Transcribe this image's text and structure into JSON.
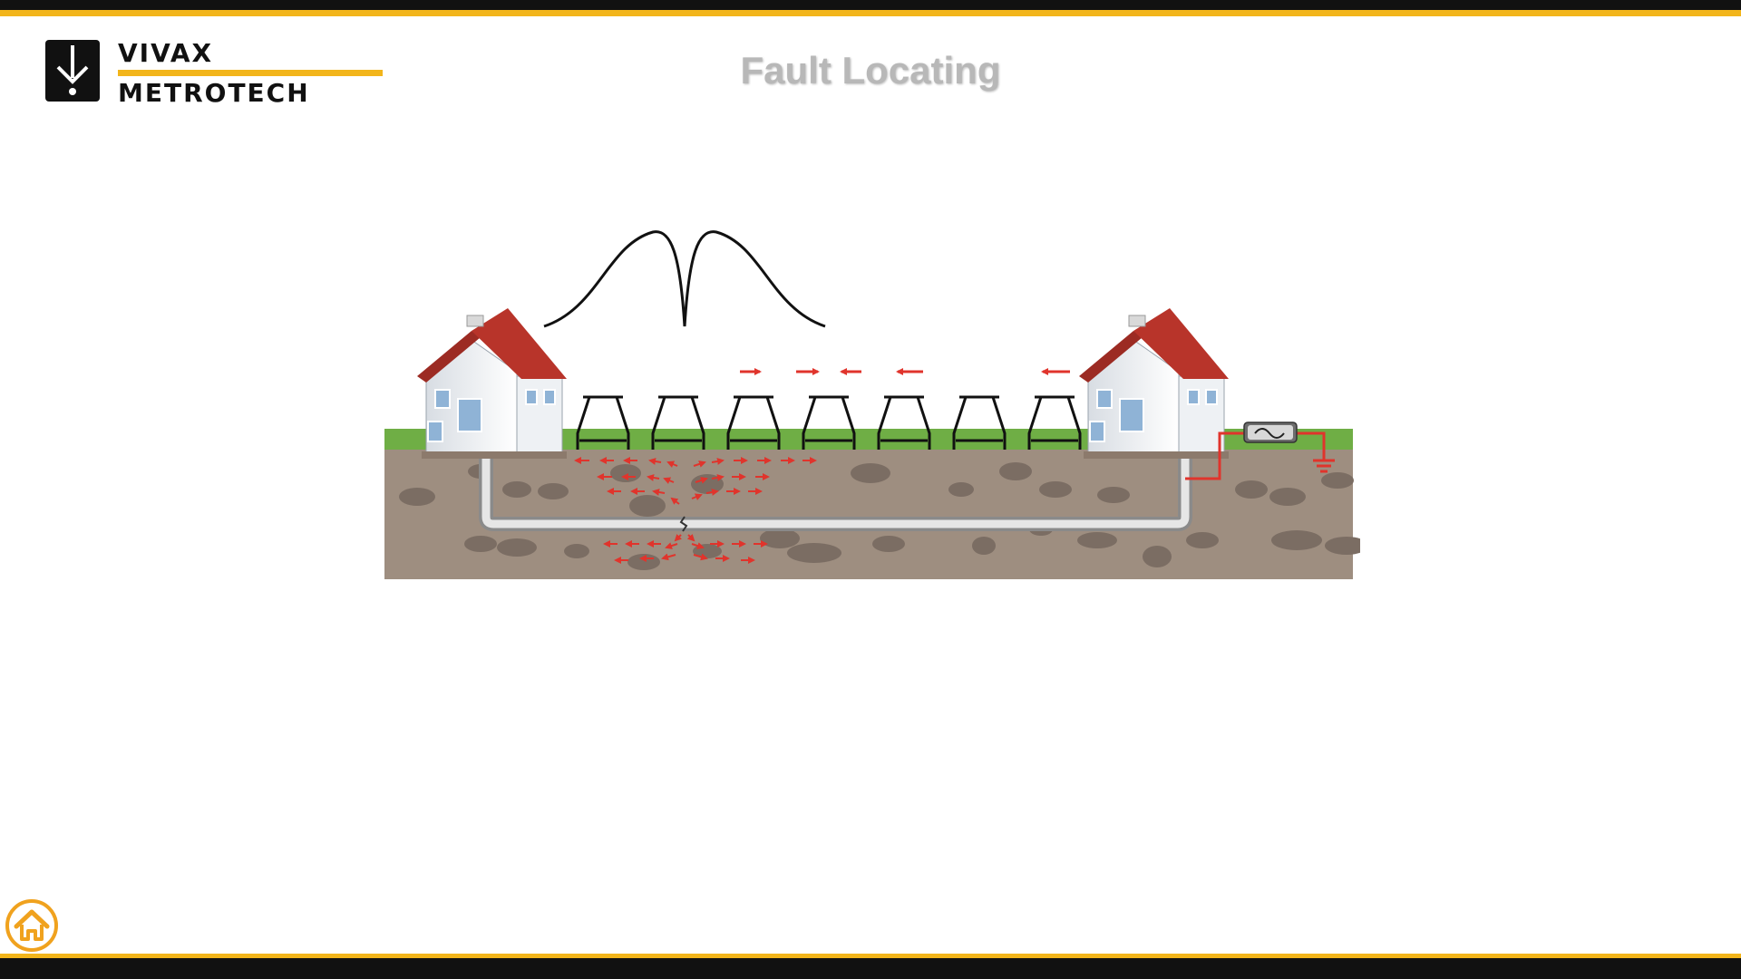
{
  "header": {
    "logo_line1": "VIVAX",
    "logo_line2": "METROTECH",
    "title": "Fault Locating"
  },
  "colors": {
    "brand_yellow": "#f2b51b",
    "bar_black": "#111111",
    "title_gray": "#b8b8b8",
    "grass": "#6fae45",
    "soil": "#9e8e80",
    "rock": "#7b6d63",
    "current_red": "#e0342c",
    "home_orange": "#f0a21e"
  },
  "icons": {
    "logo": "vivax-arrow-logo-icon",
    "home": "home-icon",
    "transmitter": "sine-wave-transmitter-icon",
    "ground": "ground-symbol-icon"
  },
  "diagram": {
    "a_frame_positions": 7
  }
}
